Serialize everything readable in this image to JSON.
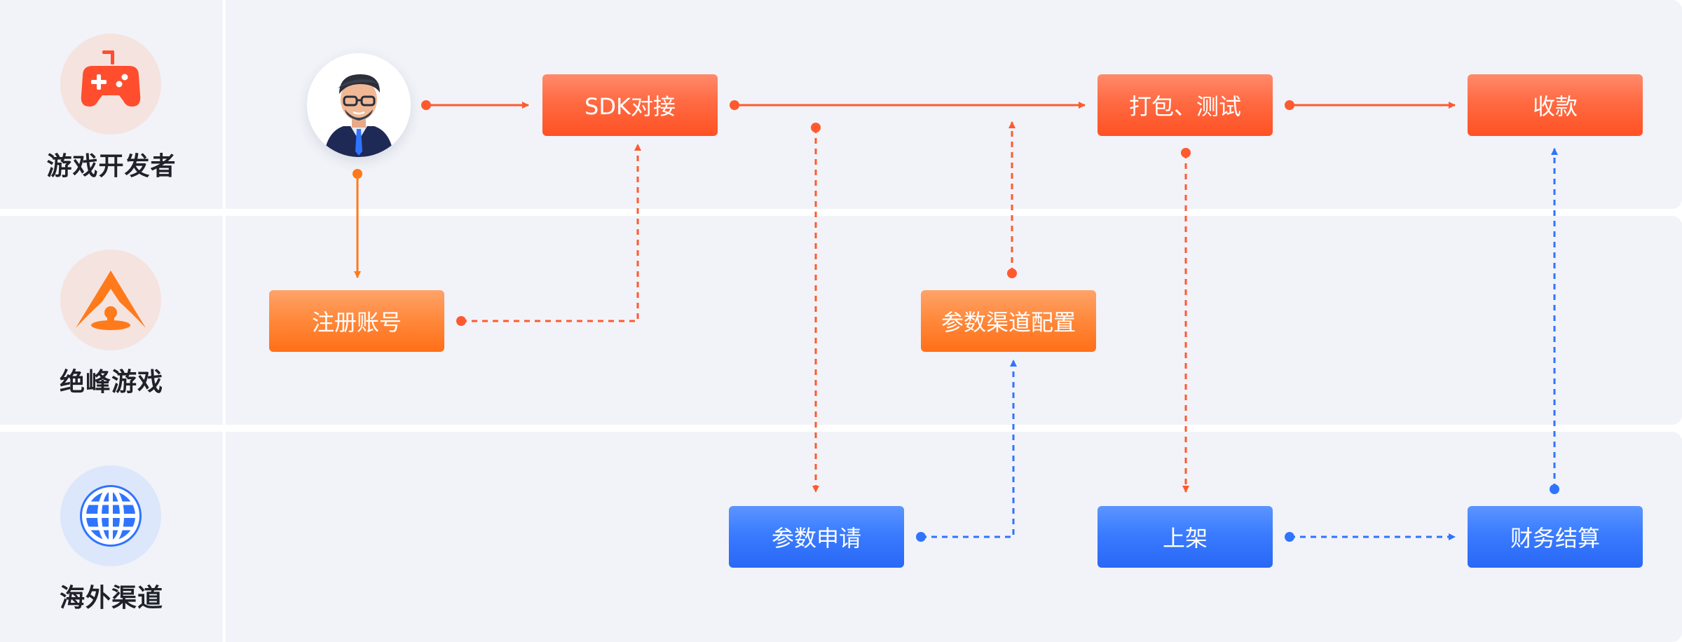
{
  "lanes": [
    {
      "label": "游戏开发者",
      "icon": "gamepad-icon"
    },
    {
      "label": "绝峰游戏",
      "icon": "peak-logo-icon"
    },
    {
      "label": "海外渠道",
      "icon": "globe-icon"
    }
  ],
  "avatar": {
    "icon": "developer-avatar"
  },
  "nodes": {
    "sdk": "SDK对接",
    "pack_test": "打包、测试",
    "payment": "收款",
    "register": "注册账号",
    "param_config": "参数渠道配置",
    "param_apply": "参数申请",
    "publish": "上架",
    "settlement": "财务结算"
  },
  "colors": {
    "lane_bg": "#f1f3f8",
    "red": "#ff5a2e",
    "orange": "#ff7a1a",
    "blue": "#2f74ff"
  }
}
